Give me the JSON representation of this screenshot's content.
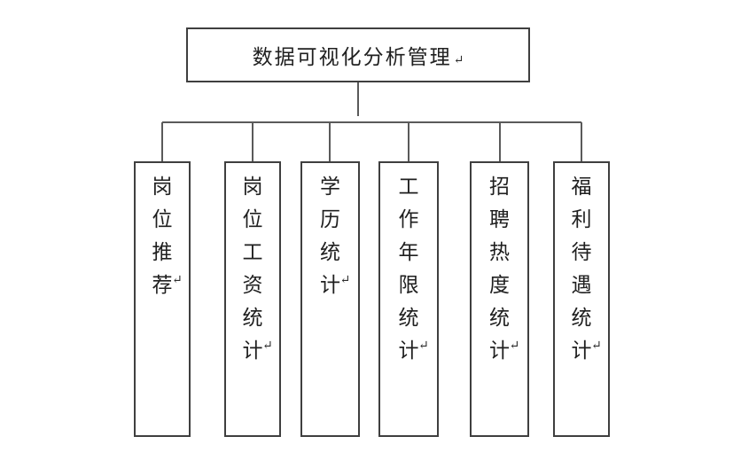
{
  "diagram": {
    "title": "数据可视化分析管理",
    "return_mark": "↵",
    "root": {
      "label": "数据可视化分析管理"
    },
    "children": [
      {
        "label": "岗位推荐"
      },
      {
        "label": "岗位工资统计"
      },
      {
        "label": "学历统计"
      },
      {
        "label": "工作年限统计"
      },
      {
        "label": "招聘热度统计"
      },
      {
        "label": "福利待遇统计"
      }
    ],
    "colors": {
      "border": "#3f3f3f",
      "connector": "#5a5a5a",
      "text": "#1f1f1f",
      "background": "#ffffff"
    }
  }
}
